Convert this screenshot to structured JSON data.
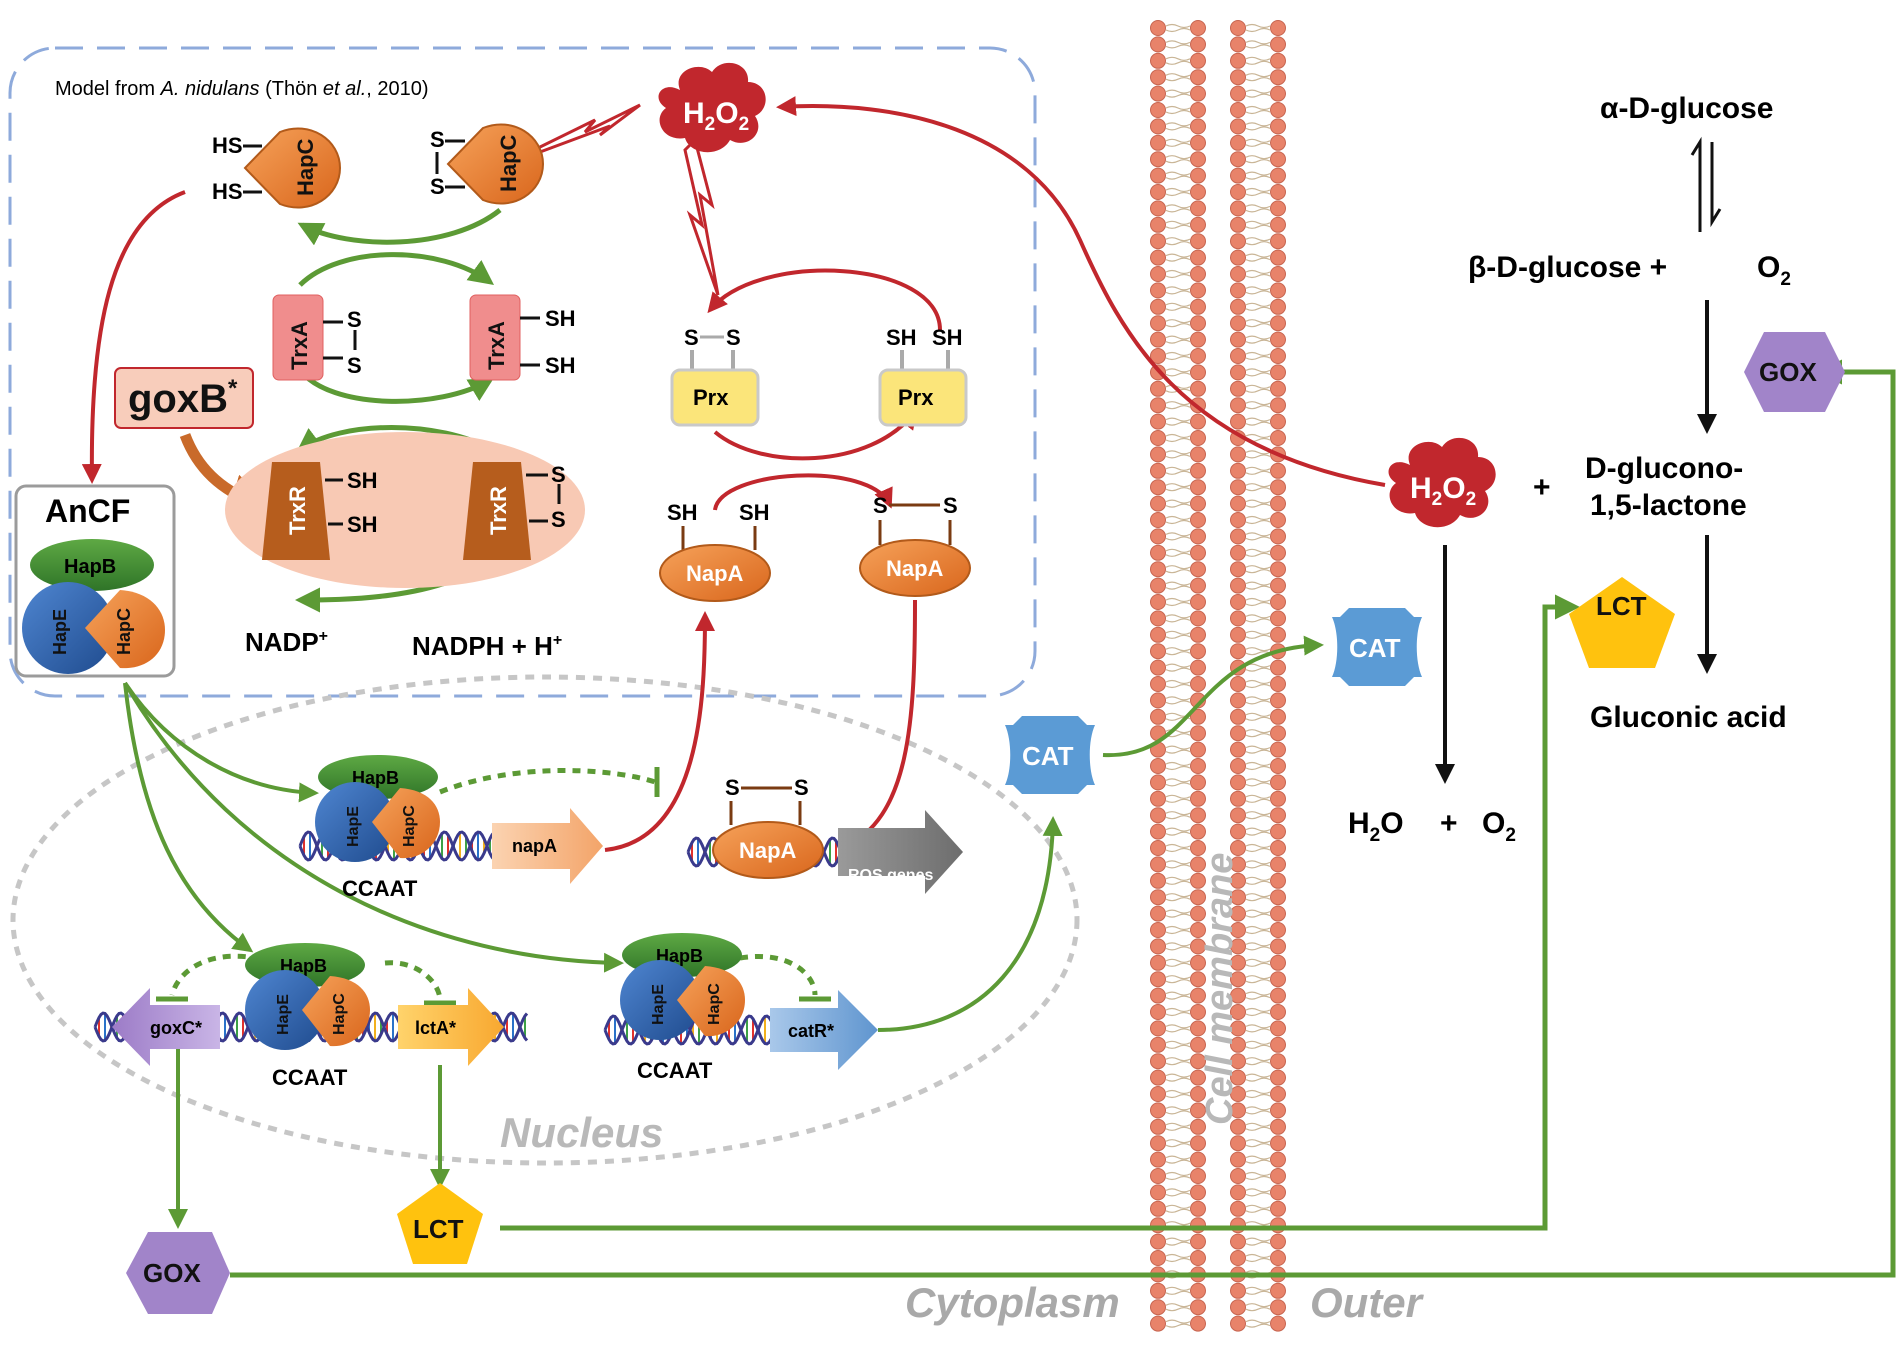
{
  "model_caption": {
    "prefix": "Model from ",
    "species": "A. nidulans",
    "author": " (Thön ",
    "etal": "et al.",
    "year": ", 2010)"
  },
  "labels": {
    "h2o2_base": "H",
    "h2o2_sub1": "2",
    "h2o2_mid": "O",
    "h2o2_sub2": "2",
    "hapc": "HapC",
    "hapb": "HapB",
    "hape": "HapE",
    "hs": "HS",
    "s": "S",
    "sh": "SH",
    "trxa": "TrxA",
    "trxr": "TrxR",
    "prx": "Prx",
    "napa": "NapA",
    "goxb": "goxB",
    "goxb_star": "*",
    "ancf": "AnCF",
    "nadp": "NADP",
    "nadp_sup": "+",
    "nadph": "NADPH + H",
    "nadph_sup": "+",
    "ccaat": "CCAAT",
    "napa_gene": "napA",
    "ros_genes": "ROS genes",
    "goxc_gene": "goxC*",
    "lcta_gene": "lctA*",
    "catr_gene": "catR*",
    "cat": "CAT",
    "lct": "LCT",
    "gox": "GOX",
    "nucleus": "Nucleus",
    "cell_membrane": "Cell membrane",
    "cytoplasm": "Cytoplasm",
    "outer": "Outer",
    "alpha_glucose": "α-D-glucose",
    "beta_glucose": "β-D-glucose  +",
    "o2_o": "O",
    "o2_sub": "2",
    "plus": "+",
    "lactone_1": "D-glucono-",
    "lactone_2": "1,5-lactone",
    "gluconic": "Gluconic acid",
    "h2o_h": "H",
    "h2o_sub": "2",
    "h2o_o": "O",
    "h2o_plus": "+",
    "h2o_o2": "O",
    "h2o_o2_sub": "2"
  },
  "colors": {
    "red_arrow": "#c1272d",
    "green_arrow": "#5c9a35",
    "hapc_orange": "#e97e2e",
    "hapb_green": "#3f8a2f",
    "hape_blue": "#2e5fa8",
    "trxa_pink": "#f08d8d",
    "trxr_brown": "#b65d1d",
    "prx_yellow": "#fbe57a",
    "cat_blue": "#5b9bd5",
    "lct_yellow": "#ffc20e",
    "gox_purple": "#a184c9",
    "membrane_head": "#e8836a",
    "dashed_box": "#8eaadb",
    "nucleus_gray": "#c0c0c0"
  }
}
